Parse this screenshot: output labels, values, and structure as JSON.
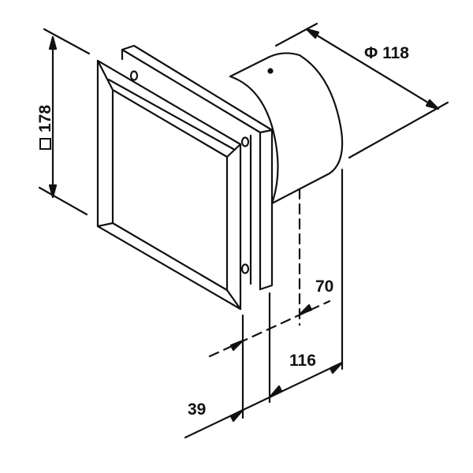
{
  "diagram": {
    "subject": "Wall fan with square front grille and round duct",
    "line_color": "#111111",
    "dimensions": {
      "grille_size": {
        "symbol": "square",
        "value": "178",
        "label": "178"
      },
      "duct_diameter": {
        "symbol": "Φ",
        "value": "118",
        "label": "Φ 118"
      },
      "grille_depth": {
        "value": "39",
        "label": "39"
      },
      "duct_insert": {
        "value": "70",
        "label": "70"
      },
      "body_length": {
        "value": "116",
        "label": "116"
      }
    }
  }
}
